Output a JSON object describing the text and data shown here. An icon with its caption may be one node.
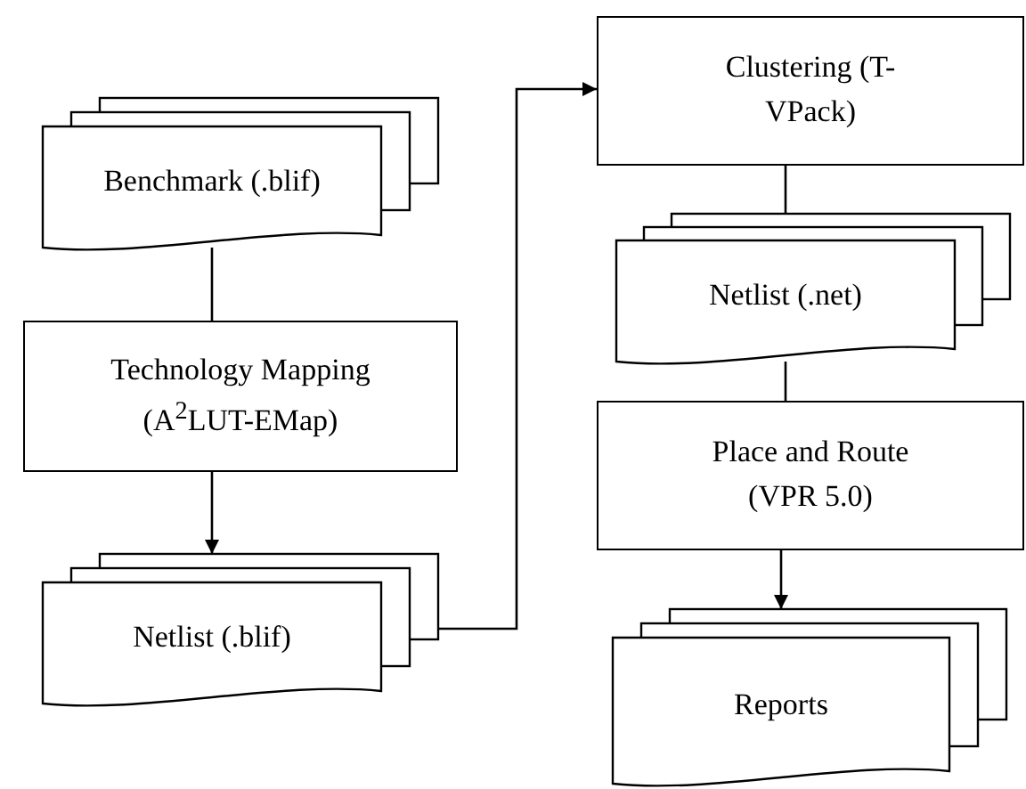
{
  "diagram": {
    "nodes": [
      {
        "text": [
          "Benchmark (.blif)"
        ]
      },
      {
        "text": [
          "Technology Mapping (A$^{2}$LUT-EMap)"
        ]
      },
      {
        "text": [
          "Netlist (.blif)"
        ]
      },
      {
        "text": [
          "Clustering (T-VPack)"
        ]
      },
      {
        "text": [
          "Netlist (.net)"
        ]
      },
      {
        "text": [
          "Place and Route (VPR 5.0)"
        ]
      },
      {
        "text": [
          "Reports"
        ]
      }
    ],
    "edges": [
      {
        "from": 0,
        "to": 1,
        "arrow": "none"
      },
      {
        "from": 1,
        "to": 2,
        "arrow": "to"
      },
      {
        "from": 2,
        "to": 3,
        "arrow": "to"
      },
      {
        "from": 3,
        "to": 4,
        "arrow": "none"
      },
      {
        "from": 4,
        "to": 5,
        "arrow": "none"
      },
      {
        "from": 5,
        "to": 6,
        "arrow": "to"
      }
    ]
  }
}
